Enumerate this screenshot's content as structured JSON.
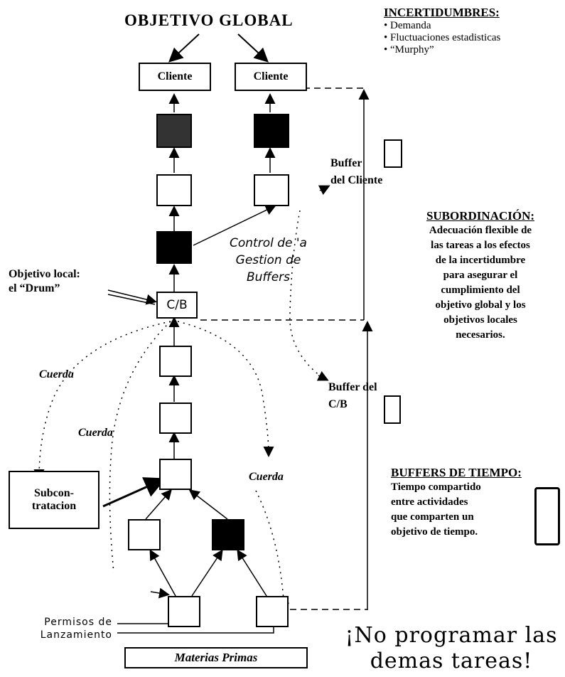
{
  "title": "OBJETIVO GLOBAL",
  "incertidumbres": {
    "header": "INCERTIDUMBRES:",
    "items": [
      "• Demanda",
      "• Fluctuaciones estadisticas",
      "• “Murphy”"
    ]
  },
  "clients": [
    "Cliente",
    "Cliente"
  ],
  "cb_label": "C/B",
  "buffer_cliente": [
    "Buffer",
    "del Cliente"
  ],
  "buffer_cb": [
    "Buffer del",
    "C/B"
  ],
  "control": [
    "Control de 'a",
    "Gestion de Buffers"
  ],
  "objetivo_local": [
    "Objetivo local:",
    "el “Drum”"
  ],
  "cuerda_labels": [
    "Cuerda",
    "Cuerda",
    "Cuerda"
  ],
  "subcontratacion": [
    "Subcon-",
    "tratacion"
  ],
  "subordinacion": {
    "header": "SUBORDINACIÓN:",
    "lines": [
      "Adecuación flexible de",
      "las tareas a los efectos",
      "de la incertidumbre",
      "para asegurar el",
      "cumplimiento del",
      "objetivo global y los",
      "objetivos locales",
      "necesarios."
    ]
  },
  "buffers_tiempo": {
    "header": "BUFFERS DE TIEMPO:",
    "lines": [
      "Tiempo compartido",
      "entre actividades",
      "que comparten un",
      "objetivo de tiempo."
    ]
  },
  "permisos": [
    "Permisos de",
    "Lanzamiento"
  ],
  "materias": "Materias Primas",
  "footer": [
    "¡No programar las",
    "demas tareas!"
  ],
  "colors": {
    "black_box": "#000000",
    "gray_box": "#333333"
  }
}
